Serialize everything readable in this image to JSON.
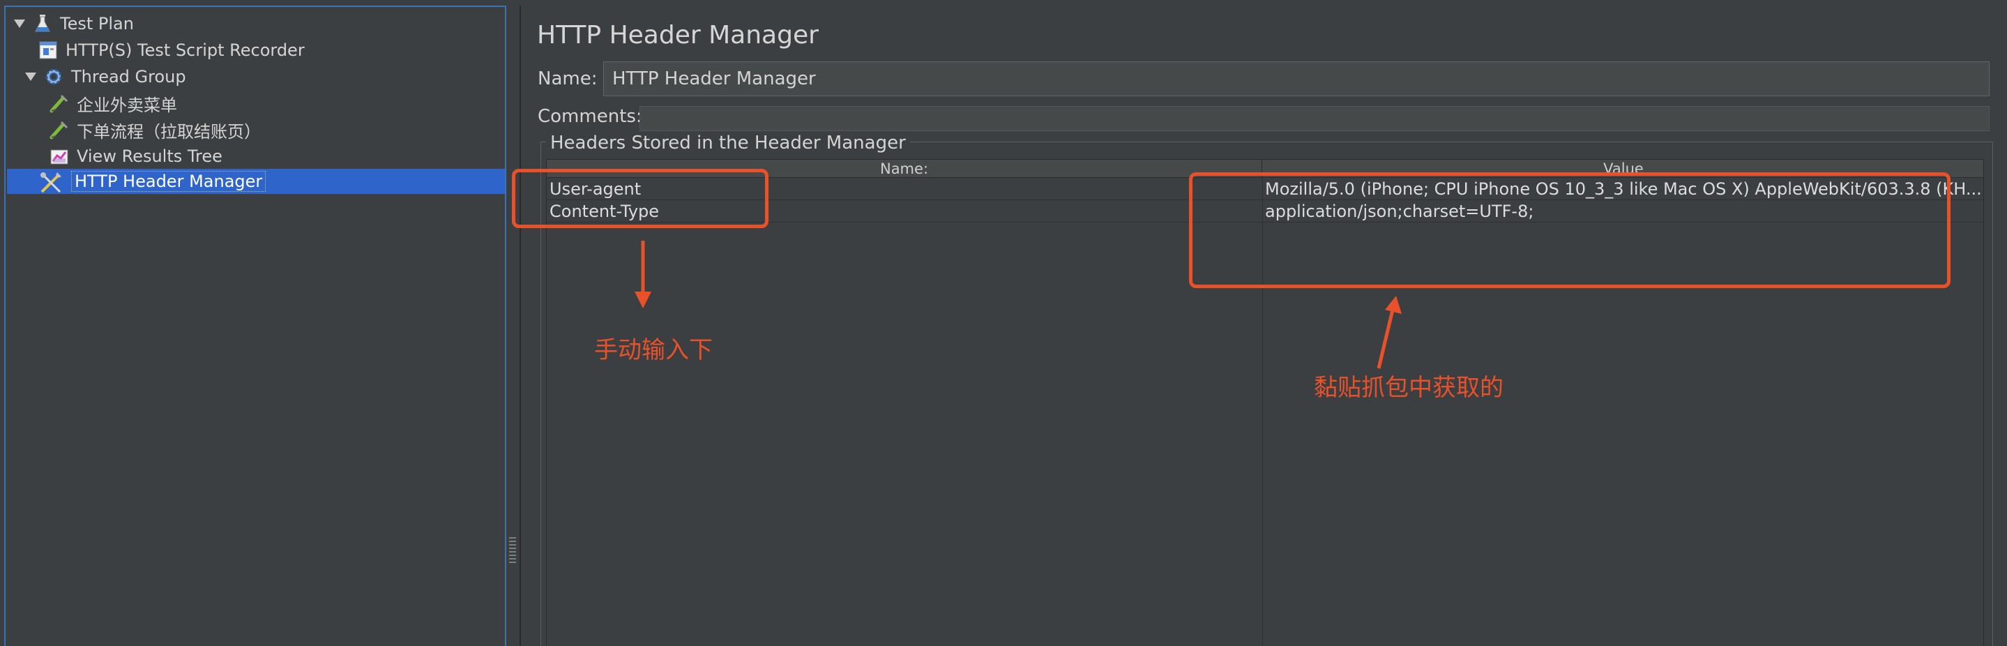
{
  "tree": {
    "nodes": [
      {
        "label": "Test Plan",
        "icon": "flask-icon"
      },
      {
        "label": "HTTP(S) Test Script Recorder",
        "icon": "recorder-icon"
      },
      {
        "label": "Thread Group",
        "icon": "gear-icon"
      },
      {
        "label": "企业外卖菜单",
        "icon": "sampler-icon"
      },
      {
        "label": "下单流程（拉取结账页）",
        "icon": "sampler-icon"
      },
      {
        "label": "View Results Tree",
        "icon": "chart-icon"
      },
      {
        "label": "HTTP Header Manager",
        "icon": "tools-icon"
      }
    ]
  },
  "panel": {
    "title": "HTTP Header Manager",
    "name_label": "Name:",
    "name_value": "HTTP Header Manager",
    "comments_label": "Comments:",
    "group_title": "Headers Stored in the Header Manager"
  },
  "table": {
    "columns": [
      "Name:",
      "Value"
    ],
    "rows": [
      {
        "name": "User-agent",
        "value": "Mozilla/5.0 (iPhone; CPU iPhone OS 10_3_3 like Mac OS X) AppleWebKit/603.3.8 (KH..."
      },
      {
        "name": "Content-Type",
        "value": "application/json;charset=UTF-8;"
      }
    ]
  },
  "annotations": {
    "left_note": "手动输入下",
    "right_note": "黏贴抓包中获取的",
    "color": "#e8512a"
  },
  "colors": {
    "background": "#3c3f41",
    "selection": "#2f65ca",
    "tree_border": "#3a74b5"
  }
}
